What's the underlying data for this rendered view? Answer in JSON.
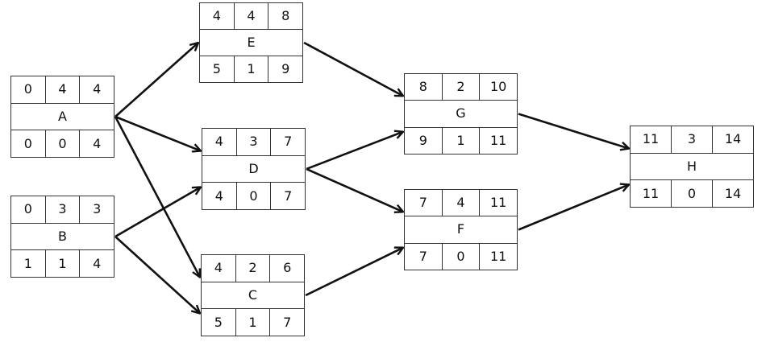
{
  "network": {
    "nodes": [
      {
        "id": "A",
        "label": "A",
        "top": [
          "0",
          "4",
          "4"
        ],
        "bottom": [
          "0",
          "0",
          "4"
        ]
      },
      {
        "id": "B",
        "label": "B",
        "top": [
          "0",
          "3",
          "3"
        ],
        "bottom": [
          "1",
          "1",
          "4"
        ]
      },
      {
        "id": "E",
        "label": "E",
        "top": [
          "4",
          "4",
          "8"
        ],
        "bottom": [
          "5",
          "1",
          "9"
        ]
      },
      {
        "id": "D",
        "label": "D",
        "top": [
          "4",
          "3",
          "7"
        ],
        "bottom": [
          "4",
          "0",
          "7"
        ]
      },
      {
        "id": "C",
        "label": "C",
        "top": [
          "4",
          "2",
          "6"
        ],
        "bottom": [
          "5",
          "1",
          "7"
        ]
      },
      {
        "id": "G",
        "label": "G",
        "top": [
          "8",
          "2",
          "10"
        ],
        "bottom": [
          "9",
          "1",
          "11"
        ]
      },
      {
        "id": "F",
        "label": "F",
        "top": [
          "7",
          "4",
          "11"
        ],
        "bottom": [
          "7",
          "0",
          "11"
        ]
      },
      {
        "id": "H",
        "label": "H",
        "top": [
          "11",
          "3",
          "14"
        ],
        "bottom": [
          "11",
          "0",
          "14"
        ]
      }
    ],
    "edges": [
      {
        "from": "A",
        "to": "E"
      },
      {
        "from": "A",
        "to": "D"
      },
      {
        "from": "A",
        "to": "C"
      },
      {
        "from": "B",
        "to": "D"
      },
      {
        "from": "B",
        "to": "C"
      },
      {
        "from": "E",
        "to": "G"
      },
      {
        "from": "D",
        "to": "G"
      },
      {
        "from": "D",
        "to": "F"
      },
      {
        "from": "C",
        "to": "F"
      },
      {
        "from": "G",
        "to": "H"
      },
      {
        "from": "F",
        "to": "H"
      }
    ]
  }
}
